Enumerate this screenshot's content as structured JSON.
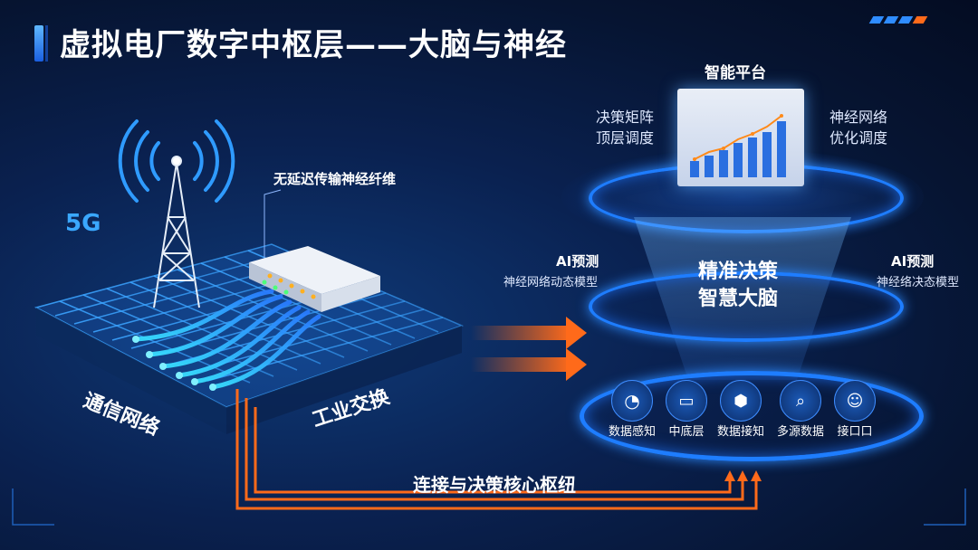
{
  "title": "虚拟电厂数字中枢层——大脑与神经",
  "network": {
    "label_5g": "5G",
    "fiber_label": "无延迟传输神经纤维",
    "comm_label": "通信网络",
    "switch_label": "工业交换"
  },
  "hub": {
    "platform_label": "智能平台",
    "left_top_1": "决策矩阵",
    "left_top_2": "顶层调度",
    "right_top_1": "神经网络",
    "right_top_2": "优化调度",
    "ai_left_title": "AI预测",
    "ai_left_sub": "神经网络动态模型",
    "ai_right_title": "AI预测",
    "ai_right_sub": "神经络决态模型",
    "center_1": "精准决策",
    "center_2": "智慧大脑",
    "icons": [
      {
        "label": "数据感知",
        "icon": "dish-icon"
      },
      {
        "label": "中底层",
        "icon": "monitor-icon"
      },
      {
        "label": "数据接知",
        "icon": "cube-icon"
      },
      {
        "label": "多源数据",
        "icon": "magnifier-icon"
      },
      {
        "label": "接口口",
        "icon": "agent-icon"
      }
    ]
  },
  "bottom_label": "连接与决策核心枢纽",
  "colors": {
    "accent_blue": "#1e7dff",
    "accent_orange": "#ff6a1a"
  }
}
